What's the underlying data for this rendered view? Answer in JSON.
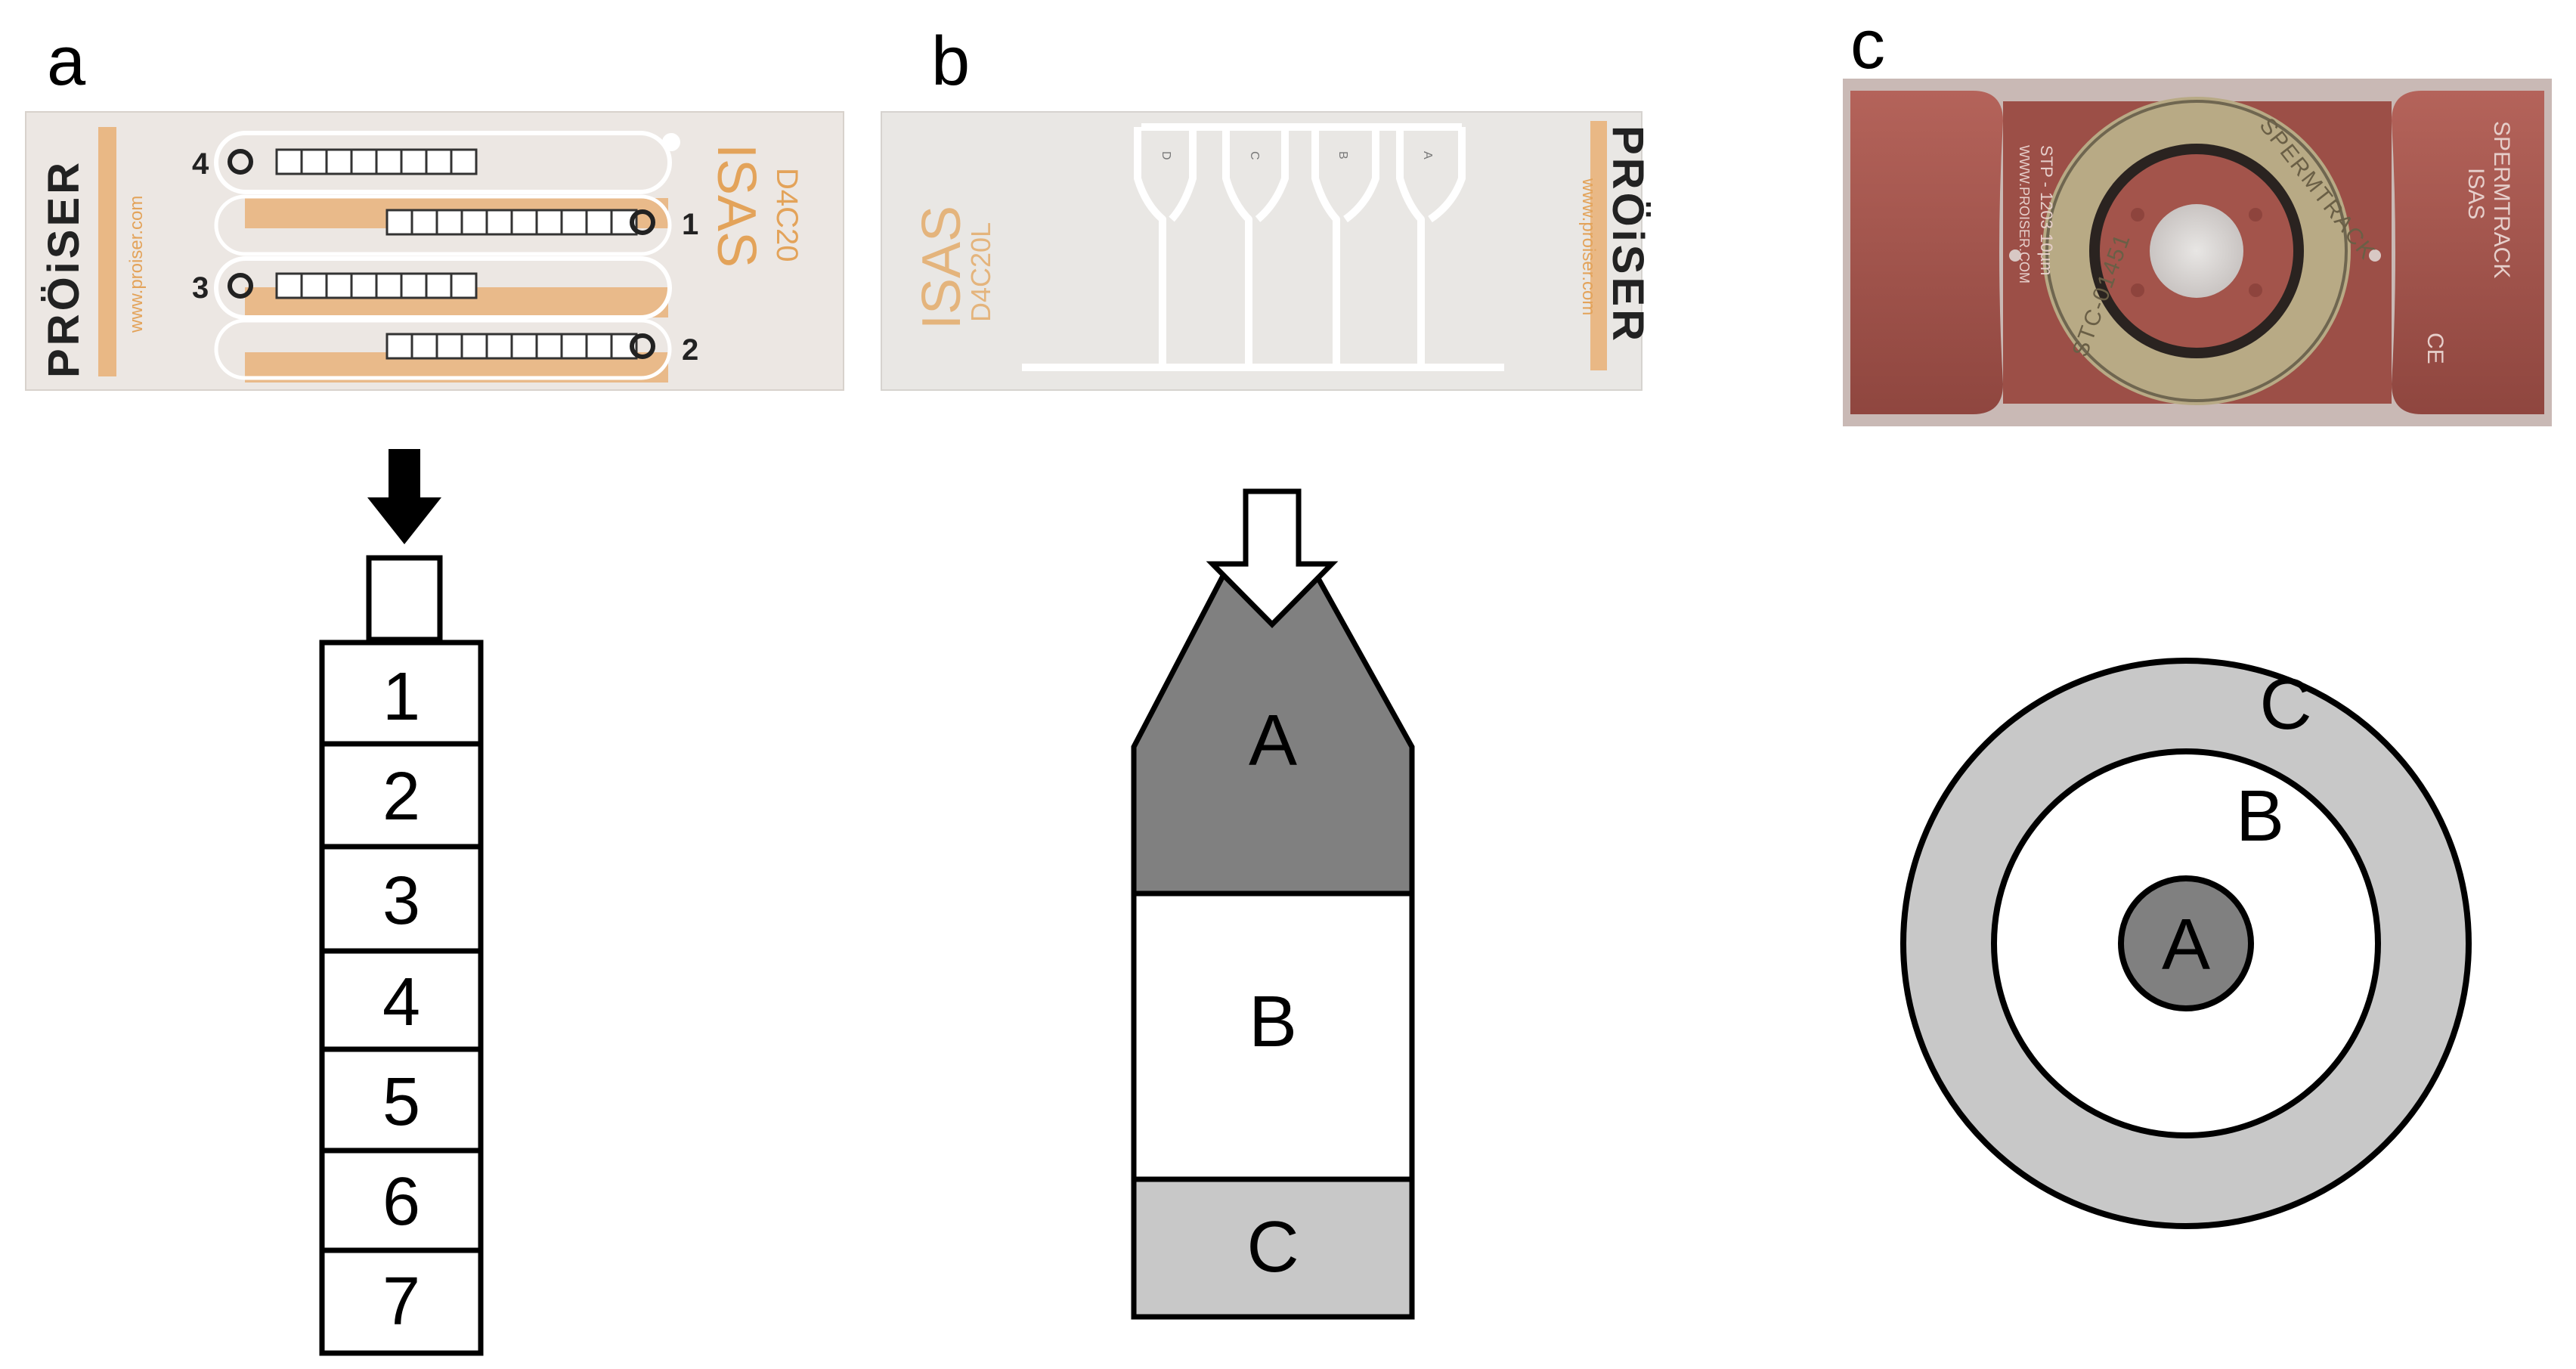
{
  "panels": {
    "a": {
      "label": "a",
      "photo_text": {
        "brand": "PRÖiSER",
        "url": "www.proiser.com",
        "product": "ISAS",
        "model": "D4C20",
        "channels": [
          "4",
          "1",
          "3",
          "2"
        ]
      },
      "cells": [
        "1",
        "2",
        "3",
        "4",
        "5",
        "6",
        "7"
      ]
    },
    "b": {
      "label": "b",
      "photo_text": {
        "product": "ISAS",
        "model": "D4C20L",
        "brand": "PRÖiSER",
        "url": "www.proiser.com",
        "channels": [
          "D",
          "C",
          "B",
          "A"
        ]
      },
      "zones": [
        "A",
        "B",
        "C"
      ]
    },
    "c": {
      "label": "c",
      "photo_text": {
        "ring": "SPERMTRACK",
        "ring_code": "STC-01451",
        "side_left": "STP - 1203 10µm",
        "side_url": "WWW.PROISER.COM",
        "side_right_1": "SPERMTRACK",
        "side_right_2": "ISAS",
        "ce": "CE"
      },
      "zones": [
        "A",
        "B",
        "C"
      ]
    }
  },
  "colors": {
    "dark_zone": "#808080",
    "light_zone": "#c8c8c8",
    "orange_print": "#e3a35a",
    "red_device": "#a0524a"
  }
}
